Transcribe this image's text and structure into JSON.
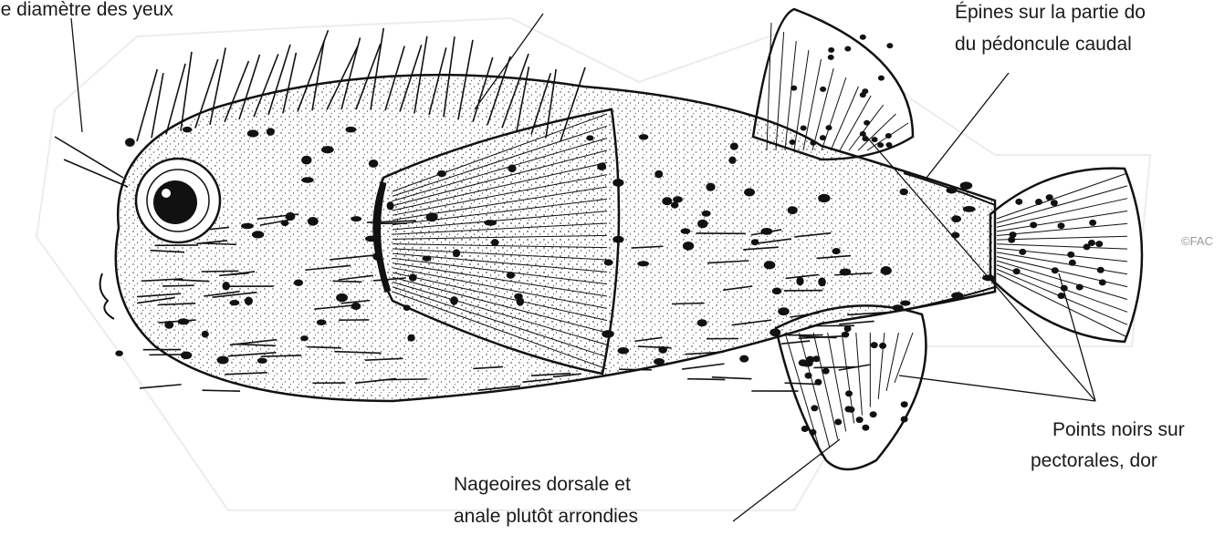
{
  "labels": {
    "eye_spines": "le diamètre des yeux",
    "caudal_spines_line1": "Épines sur la partie do",
    "caudal_spines_line2": "du pédoncule caudal",
    "black_spots_line1": "Points noirs sur",
    "black_spots_line2": "pectorales, dor",
    "fins_line1": "Nageoires dorsale et",
    "fins_line2": "anale plutôt arrondies"
  },
  "credit": "©FAC",
  "colors": {
    "ink": "#111111",
    "paper": "#ffffff",
    "text": "#1a1a1a",
    "credit": "#9a9a9a"
  }
}
